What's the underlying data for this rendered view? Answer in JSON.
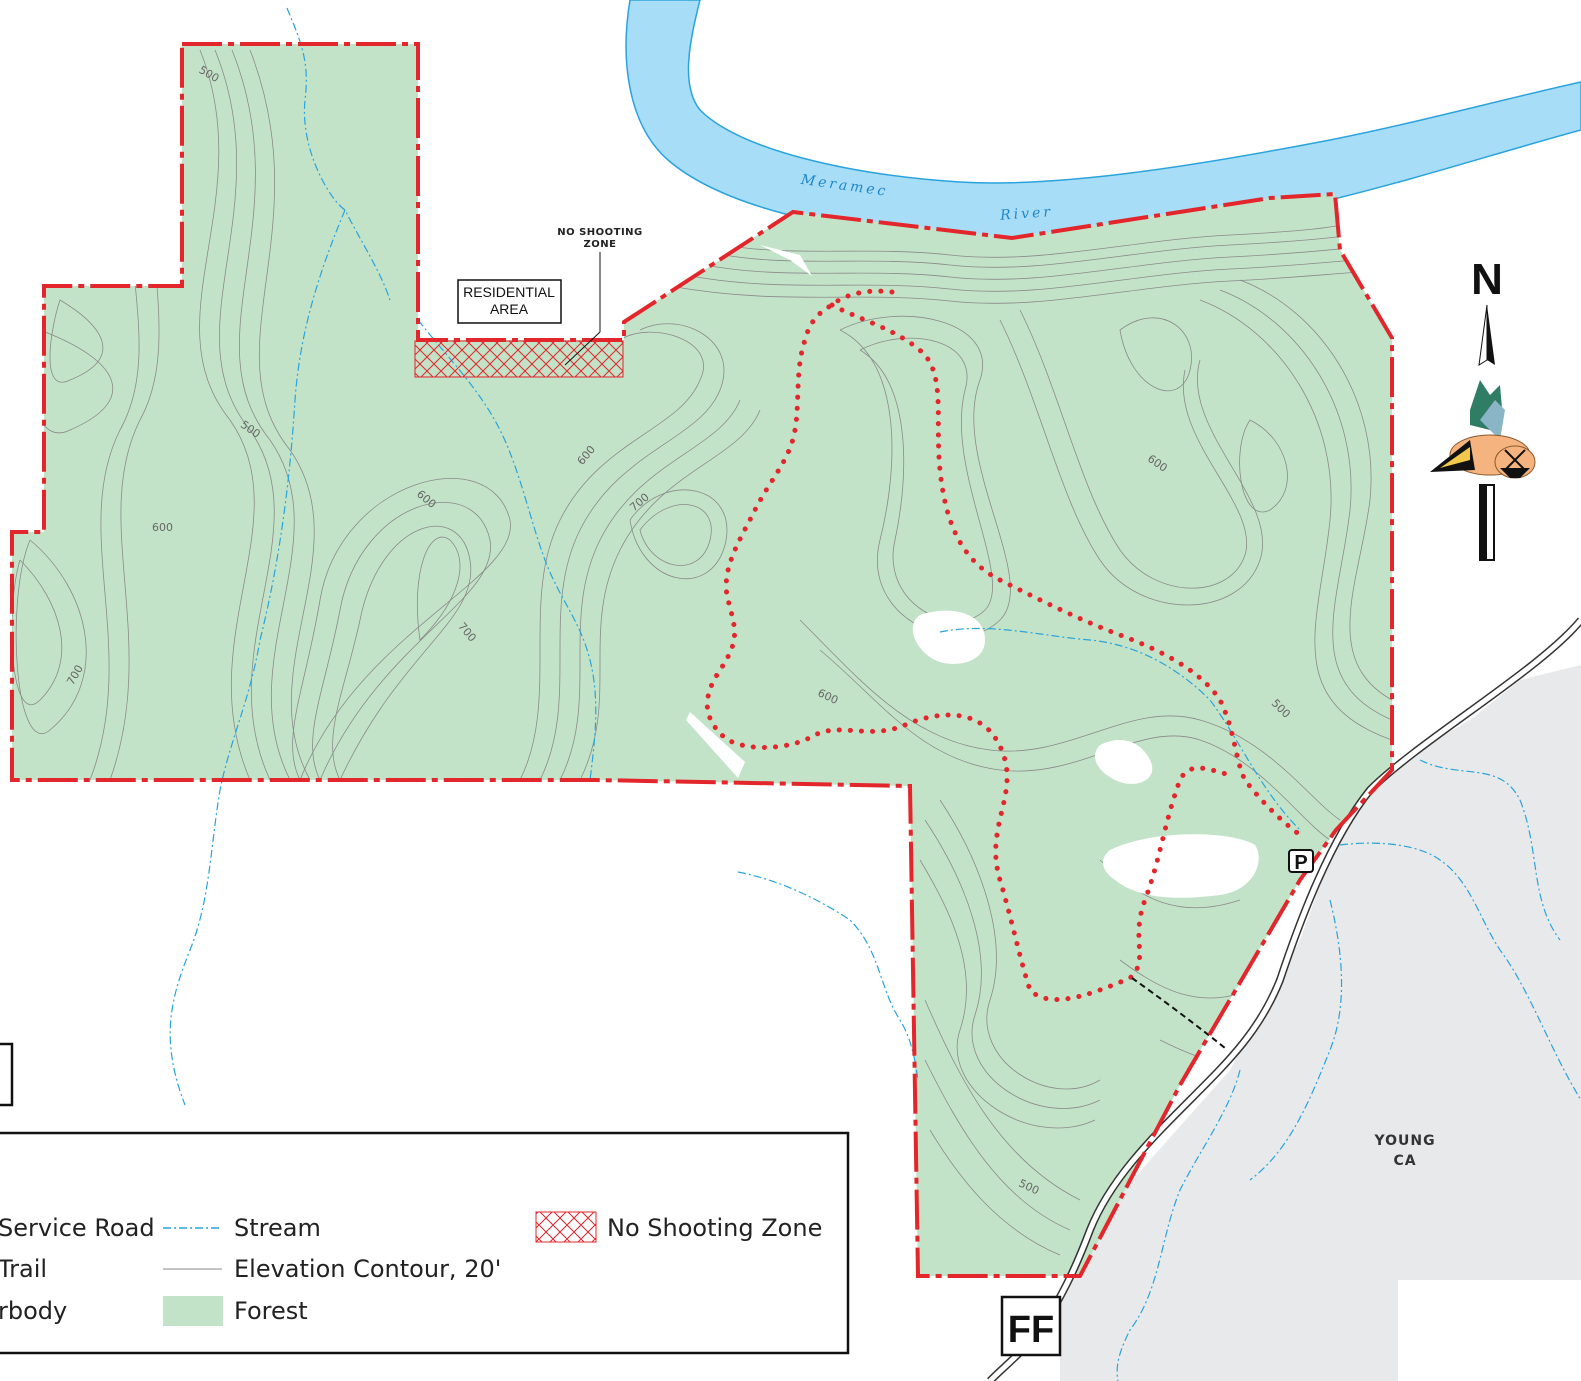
{
  "map": {
    "river_label_1": "Meramec",
    "river_label_2": "River",
    "no_shooting_label_1": "NO SHOOTING",
    "no_shooting_label_2": "ZONE",
    "residential_label_1": "RESIDENTIAL",
    "residential_label_2": "AREA",
    "elevation_labels": [
      "500",
      "500",
      "600",
      "700",
      "600",
      "700",
      "600",
      "600",
      "700",
      "600",
      "500",
      "500"
    ],
    "young_label_1": "YOUNG",
    "young_label_2": "CA",
    "north_label": "N",
    "highway_label": "FF",
    "parking_label": "P",
    "colors": {
      "forest": "#c3e3c8",
      "water": "#a8ddf7",
      "boundary": "#e3262b",
      "trail": "#e3262b",
      "stream": "#2aa3dd",
      "contour": "#8a8a8a",
      "neighbor_area": "#e8e9ea"
    }
  },
  "legend": {
    "items": [
      {
        "label": "Service Road",
        "icon": "service-road-dashed-line"
      },
      {
        "label": "Stream",
        "icon": "stream-dash-dot-line"
      },
      {
        "label": "No Shooting Zone",
        "icon": "crosshatch-box"
      },
      {
        "label": "Trail",
        "icon": "trail-dotted-line"
      },
      {
        "label": "Elevation Contour, 20'",
        "icon": "thin-gray-line"
      },
      {
        "label": "rbody",
        "icon": "waterbody-fill"
      },
      {
        "label": "Forest",
        "icon": "forest-fill"
      }
    ]
  }
}
